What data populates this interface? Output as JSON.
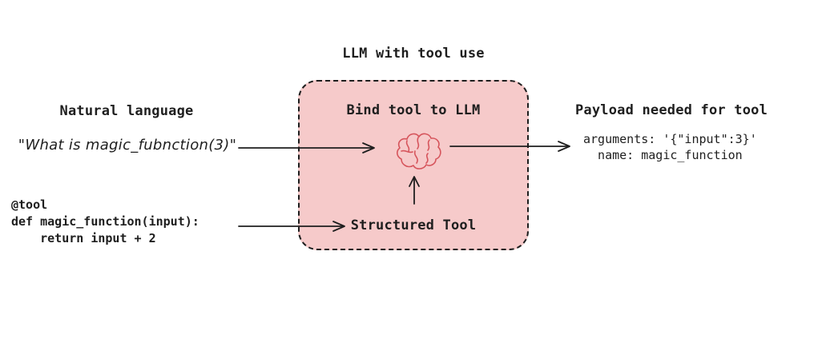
{
  "title": "LLM with tool use",
  "colors": {
    "background": "#ffffff",
    "ink": "#1e1e1e",
    "box_fill": "#f6caca",
    "box_border": "#1e1e1e",
    "brain_stroke": "#d6555c"
  },
  "left": {
    "heading": "Natural language",
    "quote": "\"What is magic_fubnction(3)\""
  },
  "code": {
    "lines": [
      "@tool",
      "def magic_function(input):",
      "    return input + 2"
    ]
  },
  "box": {
    "title": "Bind tool to LLM",
    "icon": "brain-icon",
    "tool_label": "Structured Tool"
  },
  "right": {
    "heading": "Payload needed for tool",
    "lines": [
      "arguments: '{\"input\":3}'",
      "  name: magic_function"
    ]
  }
}
